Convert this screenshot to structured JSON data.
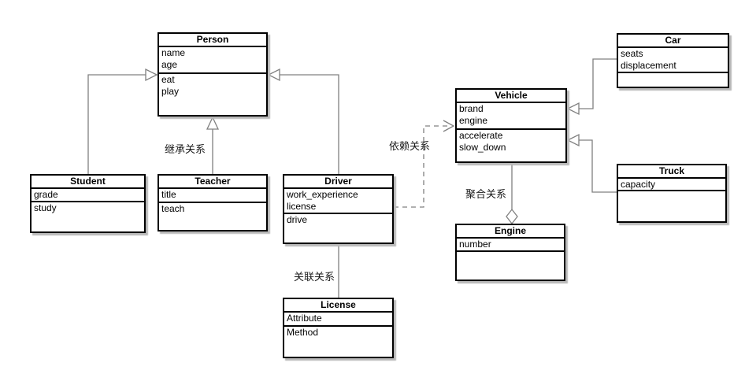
{
  "diagram": {
    "type": "uml-class-diagram",
    "classes": {
      "person": {
        "name": "Person",
        "attributes": [
          "name",
          "age"
        ],
        "methods": [
          "eat",
          "play"
        ]
      },
      "student": {
        "name": "Student",
        "attributes": [
          "grade"
        ],
        "methods": [
          "study"
        ]
      },
      "teacher": {
        "name": "Teacher",
        "attributes": [
          "title"
        ],
        "methods": [
          "teach"
        ]
      },
      "driver": {
        "name": "Driver",
        "attributes": [
          "work_experience",
          "license"
        ],
        "methods": [
          "drive"
        ]
      },
      "license": {
        "name": "License",
        "attributes": [
          "Attribute"
        ],
        "methods": [
          "Method"
        ]
      },
      "vehicle": {
        "name": "Vehicle",
        "attributes": [
          "brand",
          "engine"
        ],
        "methods": [
          "accelerate",
          "slow_down"
        ]
      },
      "engine": {
        "name": "Engine",
        "attributes": [
          "number"
        ],
        "methods": []
      },
      "car": {
        "name": "Car",
        "attributes": [
          "seats",
          "displacement"
        ],
        "methods": []
      },
      "truck": {
        "name": "Truck",
        "attributes": [
          "capacity"
        ],
        "methods": []
      }
    },
    "relationship_labels": {
      "inheritance": "继承关系",
      "dependency": "依赖关系",
      "association": "关联关系",
      "aggregation": "聚合关系"
    },
    "relationships": [
      {
        "from": "Student",
        "to": "Person",
        "kind": "inheritance"
      },
      {
        "from": "Teacher",
        "to": "Person",
        "kind": "inheritance"
      },
      {
        "from": "Driver",
        "to": "Person",
        "kind": "inheritance"
      },
      {
        "from": "Driver",
        "to": "License",
        "kind": "association"
      },
      {
        "from": "Driver",
        "to": "Vehicle",
        "kind": "dependency"
      },
      {
        "from": "Vehicle",
        "to": "Engine",
        "kind": "aggregation"
      },
      {
        "from": "Car",
        "to": "Vehicle",
        "kind": "inheritance"
      },
      {
        "from": "Truck",
        "to": "Vehicle",
        "kind": "inheritance"
      }
    ],
    "colors": {
      "background": "#ffffff",
      "box_border": "#000000",
      "box_fill": "#ffffff",
      "connector": "#808080",
      "shadow": "#b9b9b9",
      "text": "#000000"
    }
  }
}
